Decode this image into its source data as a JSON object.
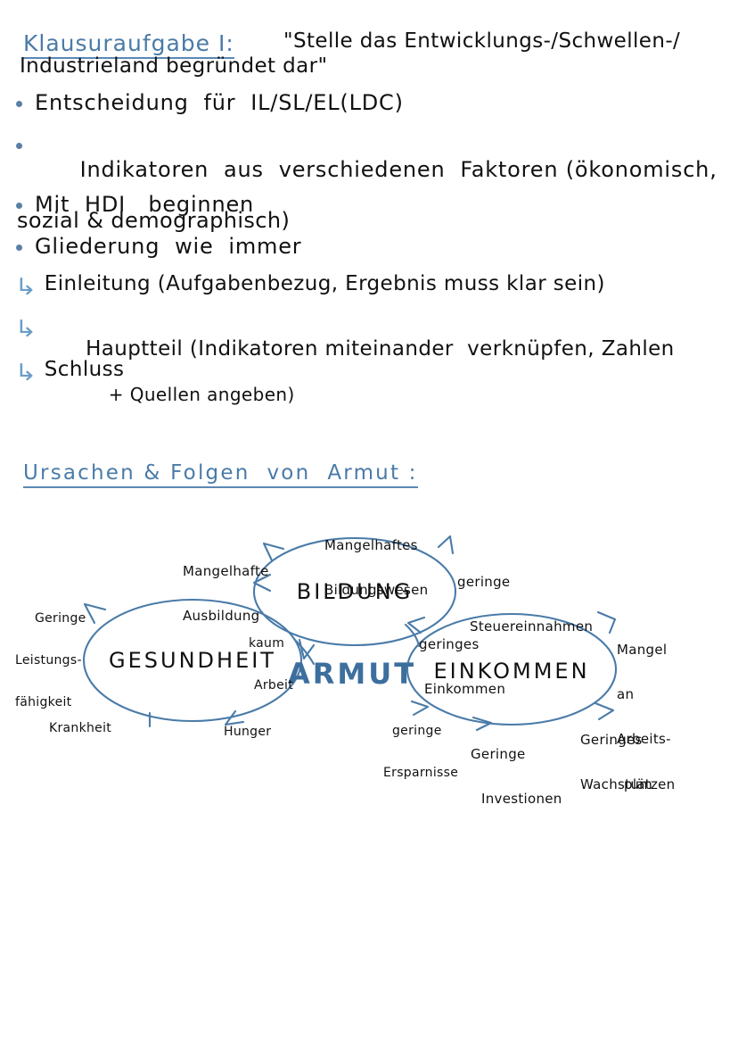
{
  "page": {
    "background_color": "#ffffff",
    "ink_black": "#111111",
    "ink_blue": "#4a7ba8",
    "ink_light_blue": "#6b9dc9",
    "armut_blue": "#3d6f9e"
  },
  "section_one": {
    "heading": "Klausuraufgabe I:",
    "quote_line_1": "\"Stelle das Entwicklungs-/Schwellen-/",
    "quote_line_2": "Industrieland begründet dar\"",
    "bullets": [
      {
        "text": "Entscheidung  für  IL/SL/EL(LDC)",
        "continuation": ""
      },
      {
        "text": "Indikatoren  aus  verschiedenen  Faktoren (ökonomisch,",
        "continuation": "sozial & demographisch)"
      },
      {
        "text": "Mit  HDI   beginnen",
        "continuation": ""
      },
      {
        "text": "Gliederung  wie  immer",
        "continuation": ""
      }
    ],
    "sub_items": [
      {
        "arrow": "↳",
        "text": "Einleitung (Aufgabenbezug, Ergebnis muss klar sein)",
        "continuation": ""
      },
      {
        "arrow": "↳",
        "text": "Hauptteil (Indikatoren miteinander  verknüpfen, Zahlen",
        "continuation": "+ Quellen angeben)"
      },
      {
        "arrow": "↳",
        "text": "Schluss",
        "continuation": ""
      }
    ]
  },
  "section_two": {
    "heading": "Ursachen & Folgen  von  Armut :",
    "diagram": {
      "center_label": "ARMUT",
      "nodes": [
        {
          "id": "gesundheit",
          "label": "GESUNDHEIT"
        },
        {
          "id": "bildung",
          "label": "BILDUNG"
        },
        {
          "id": "einkommen",
          "label": "EINKOMMEN"
        }
      ],
      "edge_labels": [
        {
          "id": "mangelhafte-ausbildung",
          "line_1": "Mangelhafte",
          "line_2": "Ausbildung"
        },
        {
          "id": "mangelhaftes-bildungswesen",
          "line_1": "Mangelhaftes",
          "line_2": "Bildungswesen"
        },
        {
          "id": "geringe-steuereinnahmen",
          "line_1": "geringe",
          "line_2": "Steuereinnahmen"
        },
        {
          "id": "geringe-leistungsfaehigkeit",
          "line_1": "Geringe",
          "line_2": "Leistungs-",
          "line_3": "fähigkeit"
        },
        {
          "id": "kaum-arbeit",
          "line_1": "kaum",
          "line_2": "Arbeit"
        },
        {
          "id": "geringes-einkommen",
          "line_1": "geringes",
          "line_2": "Einkommen"
        },
        {
          "id": "mangel-an-arbeitsplaetzen",
          "line_1": "Mangel",
          "line_2": "an",
          "line_3": "Arbeits-",
          "line_4": "plätzen"
        },
        {
          "id": "krankheit",
          "line_1": "Krankheit"
        },
        {
          "id": "hunger",
          "line_1": "Hunger"
        },
        {
          "id": "geringe-ersparnisse",
          "line_1": "geringe",
          "line_2": "Ersparnisse"
        },
        {
          "id": "geringe-investitionen",
          "line_1": "Geringe",
          "line_2": "Investionen"
        },
        {
          "id": "geringes-wachstum",
          "line_1": "Geringes",
          "line_2": "Wachstum"
        }
      ]
    }
  }
}
